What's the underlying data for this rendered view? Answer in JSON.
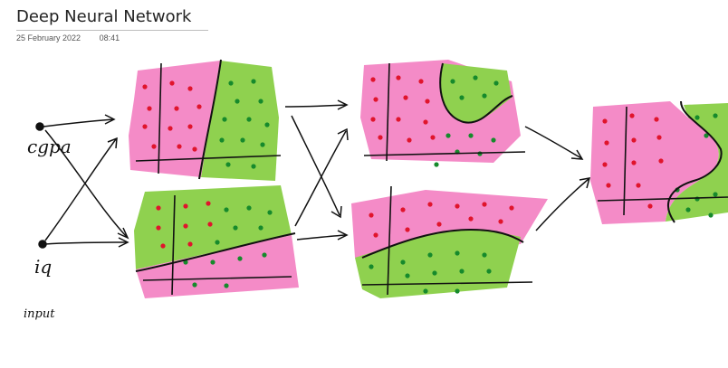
{
  "page": {
    "title": "Deep Neural Network",
    "date": "25 February 2022",
    "time": "08:41"
  },
  "sketch": {
    "inputs": [
      "cgpa",
      "iq"
    ],
    "footer_label": "input",
    "colors": {
      "pink": "#f48bc7",
      "green": "#8fd14f",
      "red_dot": "#e0142c",
      "green_dot": "#168a2c",
      "ink": "#111111"
    }
  }
}
